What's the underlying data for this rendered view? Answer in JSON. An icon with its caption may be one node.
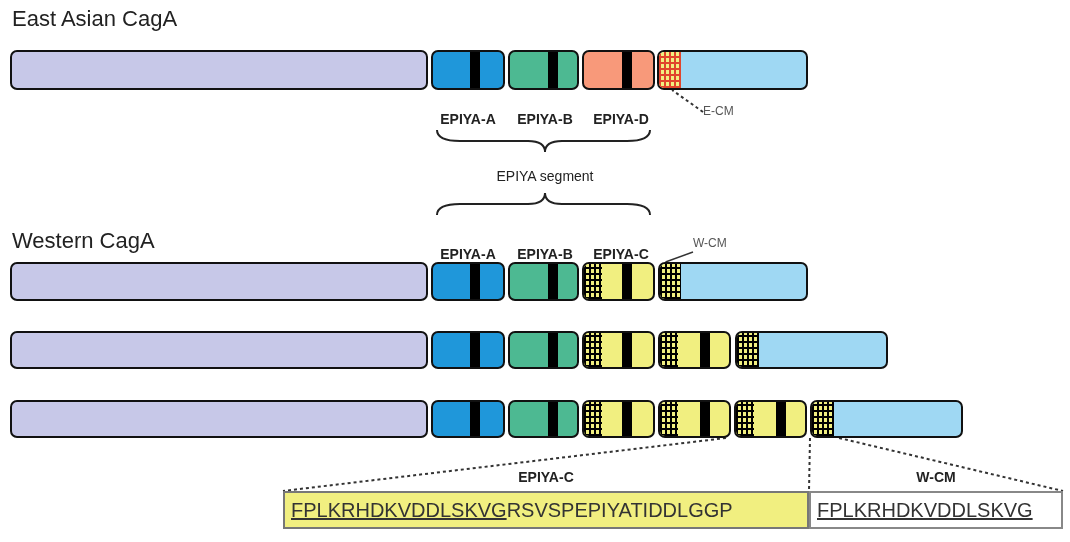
{
  "diagram": {
    "nodes": [
      {
        "text": [],
        "shape": "box"
      },
      {
        "text": [],
        "shape": "box"
      },
      {
        "text": [],
        "shape": "box"
      },
      {
        "text": [],
        "shape": "box"
      },
      {
        "text": [],
        "shape": "box"
      },
      {
        "text": [
          "E-CM"
        ]
      },
      {
        "text": [
          "W-CM"
        ]
      },
      {
        "text": [],
        "shape": "box"
      },
      {
        "text": [],
        "shape": "box"
      },
      {
        "text": [],
        "shape": "box"
      },
      {
        "text": [],
        "shape": "box"
      },
      {
        "text": [],
        "shape": "box"
      },
      {
        "text": [],
        "shape": "box"
      },
      {
        "text": [],
        "shape": "box"
      },
      {
        "text": [],
        "shape": "box"
      },
      {
        "text": [],
        "shape": "box"
      },
      {
        "text": [],
        "shape": "box"
      },
      {
        "text": [],
        "shape": "box"
      },
      {
        "text": [],
        "shape": "box"
      },
      {
        "text": [],
        "shape": "box"
      },
      {
        "text": [],
        "shape": "box"
      },
      {
        "text": [],
        "shape": "box"
      },
      {
        "text": [],
        "shape": "box"
      },
      {
        "text": [],
        "shape": "box"
      },
      {
        "text": [],
        "shape": "box"
      },
      {
        "text": [
          "EPIYA-C",
          "FPLKRHDKVDDLSKVG",
          "RSVSPEPIYATIDDLGGP"
        ]
      },
      {
        "text": [
          "W-CM",
          "FPLKRHDKVDDLSKVG"
        ]
      }
    ],
    "edges": [
      {
        "from": 5,
        "to": 4,
        "arrow": "none",
        "style": "dashed"
      },
      {
        "from": 6,
        "to": 11,
        "arrow": "none"
      },
      {
        "from": 22,
        "to": 25,
        "arrow": "none",
        "style": "dashed"
      },
      {
        "from": 24,
        "to": 26,
        "arrow": "none",
        "style": "dashed"
      },
      {
        "from": 24,
        "to": 26,
        "arrow": "none",
        "style": "dashed"
      }
    ],
    "labels": [
      "East Asian CagA",
      "EPIYA-A",
      "EPIYA-B",
      "EPIYA-D",
      "EPIYA segment",
      "Western CagA",
      "EPIYA-A",
      "EPIYA-B",
      "EPIYA-C"
    ]
  }
}
